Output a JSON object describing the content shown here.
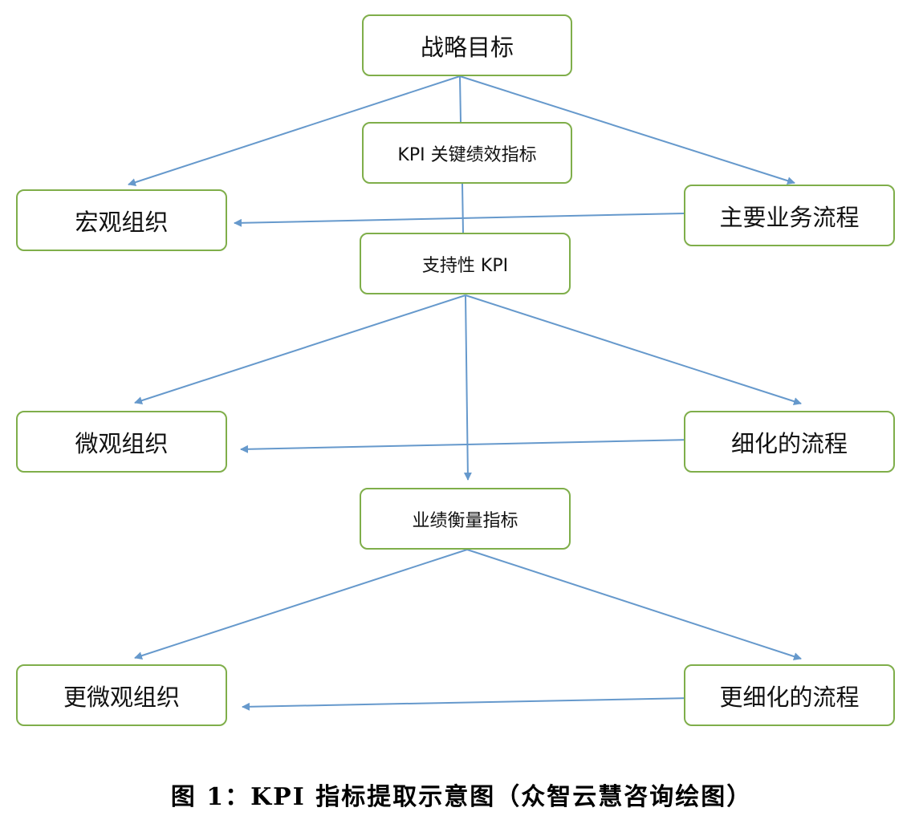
{
  "diagram": {
    "nodes": {
      "goal": "战略目标",
      "kpi": "KPI 关键绩效指标",
      "macro_org": "宏观组织",
      "main_process": "主要业务流程",
      "support_kpi": "支持性 KPI",
      "micro_org": "微观组织",
      "detail_process": "细化的流程",
      "measure": "业绩衡量指标",
      "more_micro_org": "更微观组织",
      "more_detail_process": "更细化的流程"
    },
    "edges": [
      {
        "from": "goal",
        "to": "macro_org"
      },
      {
        "from": "goal",
        "to": "main_process"
      },
      {
        "from": "goal",
        "to": "kpi"
      },
      {
        "from": "main_process",
        "to": "macro_org"
      },
      {
        "from": "kpi",
        "to": "support_kpi"
      },
      {
        "from": "support_kpi",
        "to": "micro_org"
      },
      {
        "from": "support_kpi",
        "to": "detail_process"
      },
      {
        "from": "support_kpi",
        "to": "measure"
      },
      {
        "from": "detail_process",
        "to": "micro_org"
      },
      {
        "from": "measure",
        "to": "more_micro_org"
      },
      {
        "from": "measure",
        "to": "more_detail_process"
      },
      {
        "from": "more_detail_process",
        "to": "more_micro_org"
      }
    ]
  },
  "caption": "图 1：KPI 指标提取示意图（众智云慧咨询绘图）",
  "colors": {
    "box_border": "#7fae4a",
    "arrow": "#6699cc"
  }
}
